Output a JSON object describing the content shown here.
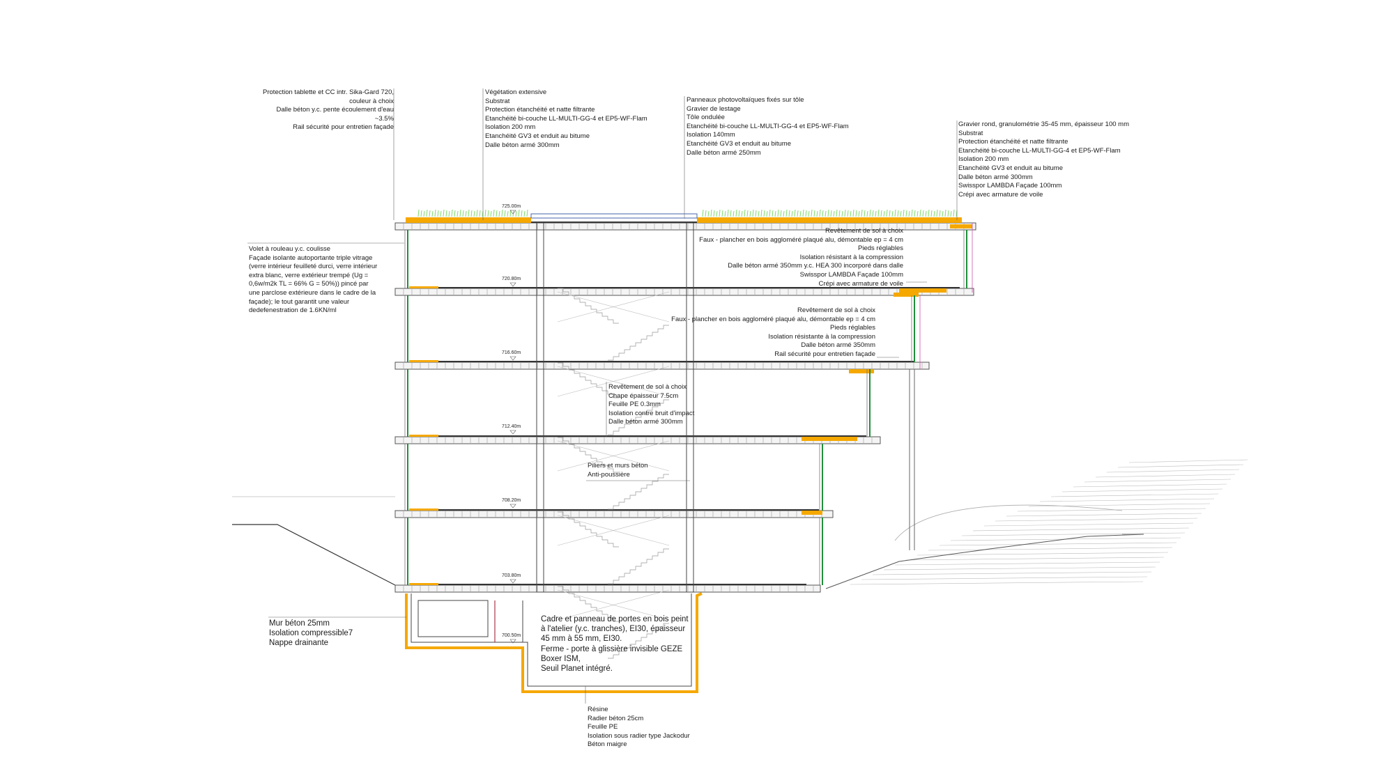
{
  "annotations": {
    "top_left": [
      "Protection tablette et CC intr. Sika-Gard 720,",
      "couleur à choix",
      "Dalle béton y.c. pente écoulement d'eau",
      "~3.5%",
      "Rail sécurité pour entretien façade"
    ],
    "green_roof": [
      "Végétation extensive",
      "Substrat",
      "Protection étanchéité et natte filtrante",
      "Etanchéité bi-couche LL-MULTI-GG-4 et EP5-WF-Flam",
      "Isolation 200 mm",
      "Etanchéité GV3 et enduit au bitume",
      "Dalle béton armé  300mm"
    ],
    "pv_roof": [
      "Panneaux photovoltaïques fixés sur tôle",
      "Gravier de lestage",
      "Tôle ondulée",
      "Etanchéité bi-couche LL-MULTI-GG-4 et EP5-WF-Flam",
      "Isolation  140mm",
      "Etanchéité GV3 et enduit au bitume",
      "Dalle béton armé  250mm"
    ],
    "gravel_roof": [
      "Gravier rond, granulométrie 35-45 mm, épaisseur 100 mm",
      "Substrat",
      "Protection étanchéité et natte filtrante",
      "Etanchéité bi-couche LL-MULTI-GG-4 et EP5-WF-Flam",
      "Isolation 200 mm",
      "Etanchéité GV3 et enduit au bitume",
      "Dalle béton armé  300mm",
      "Swisspor LAMBDA Façade 100mm",
      "Crépi avec armature de voile"
    ],
    "facade": [
      "Volet à rouleau y.c. coulisse",
      "Façade isolante autoportante triple vitrage",
      "(verre intérieur feuilleté durci, verre intérieur",
      "extra blanc, verre extérieur trempé (Ug =",
      "0,6w/m2k TL = 66% G = 50%)) pincé par",
      "une parclose extérieure dans le cadre de la",
      "façade); le tout garantit une valeur",
      "dedefenestration de 1.6KN/ml"
    ],
    "floor_upper": [
      "Revêtement de sol à choix",
      "Faux - plancher en bois aggloméré plaqué alu, démontable ep = 4 cm",
      "Pieds réglables",
      "Isolation résistant à la compression",
      "Dalle béton armé  350mm y.c. HEA 300 incorporé dans dalle",
      "Swisspor LAMBDA Façade 100mm",
      "Crépi avec armature de voile"
    ],
    "floor_mid": [
      "Revêtement de sol à choix",
      "Faux - plancher en bois aggloméré plaqué alu, démontable ep = 4 cm",
      "Pieds réglables",
      "Isolation résistante à la compression",
      "Dalle béton armé  350mm",
      "Rail sécurité pour entretien façade"
    ],
    "floor_screed": [
      "Revêtement de sol à choix",
      "Chape épaisseur 7.5cm",
      "Feuille PE 0.3mm",
      "Isolation    contre bruit d'impact",
      "Dalle béton armé  300mm"
    ],
    "pillars": [
      "Piliers et murs béton",
      "Anti-poussière"
    ],
    "basement_wall": [
      "Mur béton 25mm",
      "Isolation compressible7",
      "Nappe drainante"
    ],
    "doors": [
      "Cadre et panneau de portes en bois peint à l'atelier (y.c. tranches), EI30, épaisseur 45 mm à 55 mm, EI30.",
      "Ferme - porte à glissière invisible GEZE Boxer ISM,",
      "Seuil Planet intégré."
    ],
    "foundation": [
      "Résine",
      "Radier béton 25cm",
      "Feuille PE",
      "Isolation sous radier type Jackodur",
      "Béton maigre"
    ]
  },
  "levels": [
    "725.00m",
    "720.80m",
    "716.60m",
    "712.40m",
    "708.20m",
    "703.80m",
    "700.50m"
  ],
  "colors": {
    "insulation": "#f5a800",
    "glazing": "#1f8f3a",
    "vegetation": "#7fd96b",
    "concrete": "#c8c8c8",
    "line": "#333333"
  }
}
